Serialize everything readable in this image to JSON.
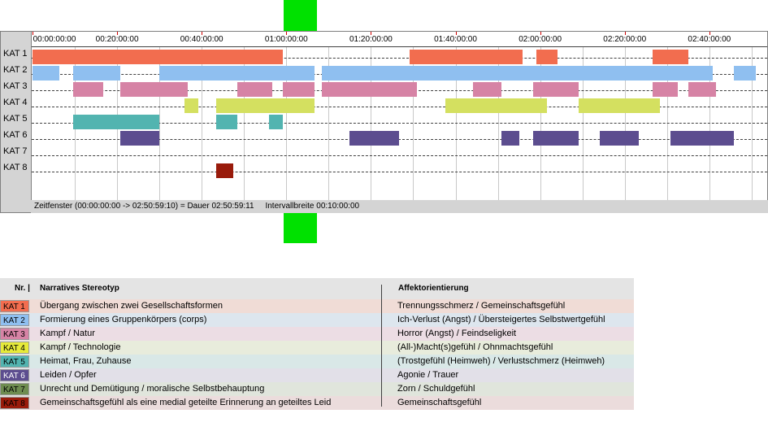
{
  "timeline": {
    "total_seconds": 10259,
    "tick_step_seconds": 1200,
    "tick_labels": [
      "00:00:00:00",
      "00:20:00:00",
      "00:40:00:00",
      "01:00:00:00",
      "01:20:00:00",
      "01:40:00:00",
      "02:00:00:00",
      "02:20:00:00",
      "02:40:00:00"
    ],
    "status_text": "Zeitfenster (00:00:00:00 -> 02:50:59:10) = Dauer 02:50:59:11     Intervallbreite 00:10:00:00",
    "rows": [
      {
        "label": "KAT 1",
        "color": "#f26d4f",
        "segments": [
          [
            0,
            3550
          ],
          [
            5350,
            6950
          ],
          [
            7150,
            7450
          ],
          [
            8800,
            9300
          ]
        ]
      },
      {
        "label": "KAT 2",
        "color": "#8fbff0",
        "segments": [
          [
            0,
            380
          ],
          [
            580,
            1250
          ],
          [
            1800,
            4000
          ],
          [
            4100,
            9650
          ],
          [
            9950,
            10259
          ]
        ]
      },
      {
        "label": "KAT 3",
        "color": "#d683a5",
        "segments": [
          [
            580,
            1000
          ],
          [
            1250,
            2200
          ],
          [
            2900,
            3400
          ],
          [
            3550,
            4000
          ],
          [
            4100,
            5450
          ],
          [
            6250,
            6650
          ],
          [
            7100,
            7750
          ],
          [
            8800,
            9150
          ],
          [
            9300,
            9700
          ]
        ]
      },
      {
        "label": "KAT 4",
        "color": "#d4e060",
        "segments": [
          [
            2150,
            2350
          ],
          [
            2600,
            4000
          ],
          [
            5850,
            7300
          ],
          [
            7750,
            8900
          ]
        ]
      },
      {
        "label": "KAT 5",
        "color": "#52b4b0",
        "segments": [
          [
            580,
            1800
          ],
          [
            2600,
            2900
          ],
          [
            3350,
            3550
          ]
        ]
      },
      {
        "label": "KAT 6",
        "color": "#5c4d8f",
        "segments": [
          [
            1250,
            1800
          ],
          [
            4500,
            5200
          ],
          [
            6650,
            6900
          ],
          [
            7100,
            7750
          ],
          [
            8050,
            8600
          ],
          [
            9050,
            9950
          ]
        ]
      },
      {
        "label": "KAT 7",
        "color": "#6e8c50",
        "segments": []
      },
      {
        "label": "KAT 8",
        "color": "#991b0b",
        "segments": [
          [
            2600,
            2850
          ]
        ]
      }
    ]
  },
  "legend": {
    "header_nr": "Nr. |",
    "header_stereotyp": "Narratives Stereotyp",
    "header_affekt": "Affektorientierung",
    "items": [
      {
        "kat": "KAT 1",
        "swatch": "#f26d4f",
        "row_bg": "#f0dcd6",
        "text_color": "#000000",
        "stereotyp": "Übergang zwischen zwei Gesellschaftsformen",
        "affekt": "Trennungsschmerz / Gemeinschaftsgefühl"
      },
      {
        "kat": "KAT 2",
        "swatch": "#8fbff0",
        "row_bg": "#dde6ee",
        "text_color": "#000000",
        "stereotyp": "Formierung eines Gruppenkörpers (corps)",
        "affekt": "Ich-Verlust (Angst) / Übersteigertes Selbstwertgefühl"
      },
      {
        "kat": "KAT 3",
        "swatch": "#d683a5",
        "row_bg": "#ecdde4",
        "text_color": "#000000",
        "stereotyp": "Kampf / Natur",
        "affekt": "Horror (Angst) / Feindseligkeit"
      },
      {
        "kat": "KAT 4",
        "swatch": "#e6ea3a",
        "row_bg": "#e8ecdc",
        "text_color": "#000000",
        "stereotyp": "Kampf / Technologie",
        "affekt": "(All-)Macht(s)gefühl / Ohnmachtsgefühl"
      },
      {
        "kat": "KAT 5",
        "swatch": "#52b4b0",
        "row_bg": "#d9e8e7",
        "text_color": "#000000",
        "stereotyp": "Heimat, Frau, Zuhause",
        "affekt": "(Trostgefühl (Heimweh) / Verlustschmerz (Heimweh)"
      },
      {
        "kat": "KAT 6",
        "swatch": "#5c4d8f",
        "row_bg": "#e2e0e8",
        "text_color": "#ffffff",
        "stereotyp": "Leiden / Opfer",
        "affekt": "Agonie / Trauer"
      },
      {
        "kat": "KAT 7",
        "swatch": "#6e8c50",
        "row_bg": "#e0e5dc",
        "text_color": "#000000",
        "stereotyp": "Unrecht und Demütigung / moralische Selbstbehauptung",
        "affekt": "Zorn / Schuldgefühl"
      },
      {
        "kat": "KAT 8",
        "swatch": "#991b0b",
        "row_bg": "#ebdcdc",
        "text_color": "#000000",
        "stereotyp": "Gemeinschaftsgefühl als eine medial geteilte Erinnerung an geteiltes Leid",
        "affekt": "Gemeinschaftsgefühl"
      }
    ]
  }
}
